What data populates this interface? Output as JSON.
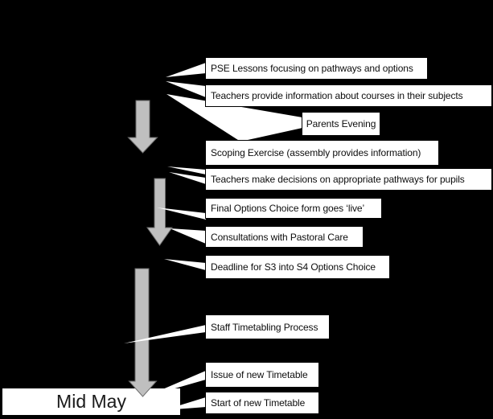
{
  "colors": {
    "background": "#000000",
    "arrow_fill": "#bfbfbf",
    "arrow_outline": "#6e6e6e",
    "connector_fill": "#ffffff",
    "box_background": "#ffffff",
    "box_border": "#000000",
    "text": "#0d0d0d"
  },
  "timeline": {
    "milestone_label": "Mid May",
    "events": [
      {
        "label": "PSE Lessons focusing on pathways and options"
      },
      {
        "label": "Teachers provide information about courses in their subjects"
      },
      {
        "label": "Parents Evening"
      },
      {
        "label": "Scoping Exercise (assembly provides information)"
      },
      {
        "label": "Teachers make decisions on appropriate pathways for pupils"
      },
      {
        "label": "Final Options Choice form goes ‘live’"
      },
      {
        "label": "Consultations with Pastoral Care"
      },
      {
        "label": "Deadline for S3 into S4 Options Choice"
      },
      {
        "label": "Staff Timetabling Process"
      },
      {
        "label": "Issue of new Timetable"
      },
      {
        "label": "Start of new Timetable"
      }
    ]
  }
}
